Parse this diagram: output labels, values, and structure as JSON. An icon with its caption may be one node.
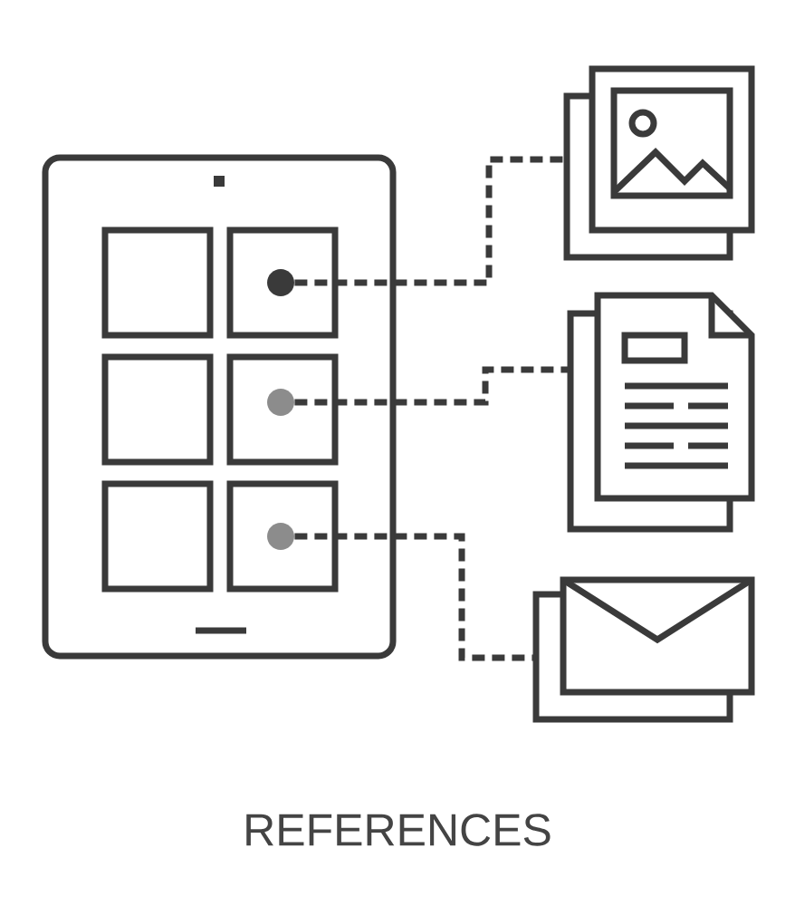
{
  "diagram": {
    "title": "REFERENCES",
    "nodes": [
      {
        "text": [],
        "shape": "circle"
      },
      {
        "text": [],
        "shape": "circle"
      },
      {
        "text": [],
        "shape": "circle"
      },
      {
        "text": [],
        "shape": "picture"
      },
      {
        "text": [],
        "shape": "picture"
      },
      {
        "text": [],
        "shape": "envelope"
      }
    ],
    "edges": [
      {
        "from": 0,
        "to": 3,
        "arrow": "none",
        "style": "dashed"
      },
      {
        "from": 1,
        "to": 4,
        "arrow": "none",
        "style": "dashed"
      },
      {
        "from": 2,
        "to": 5,
        "arrow": "none",
        "style": "dashed"
      }
    ]
  }
}
